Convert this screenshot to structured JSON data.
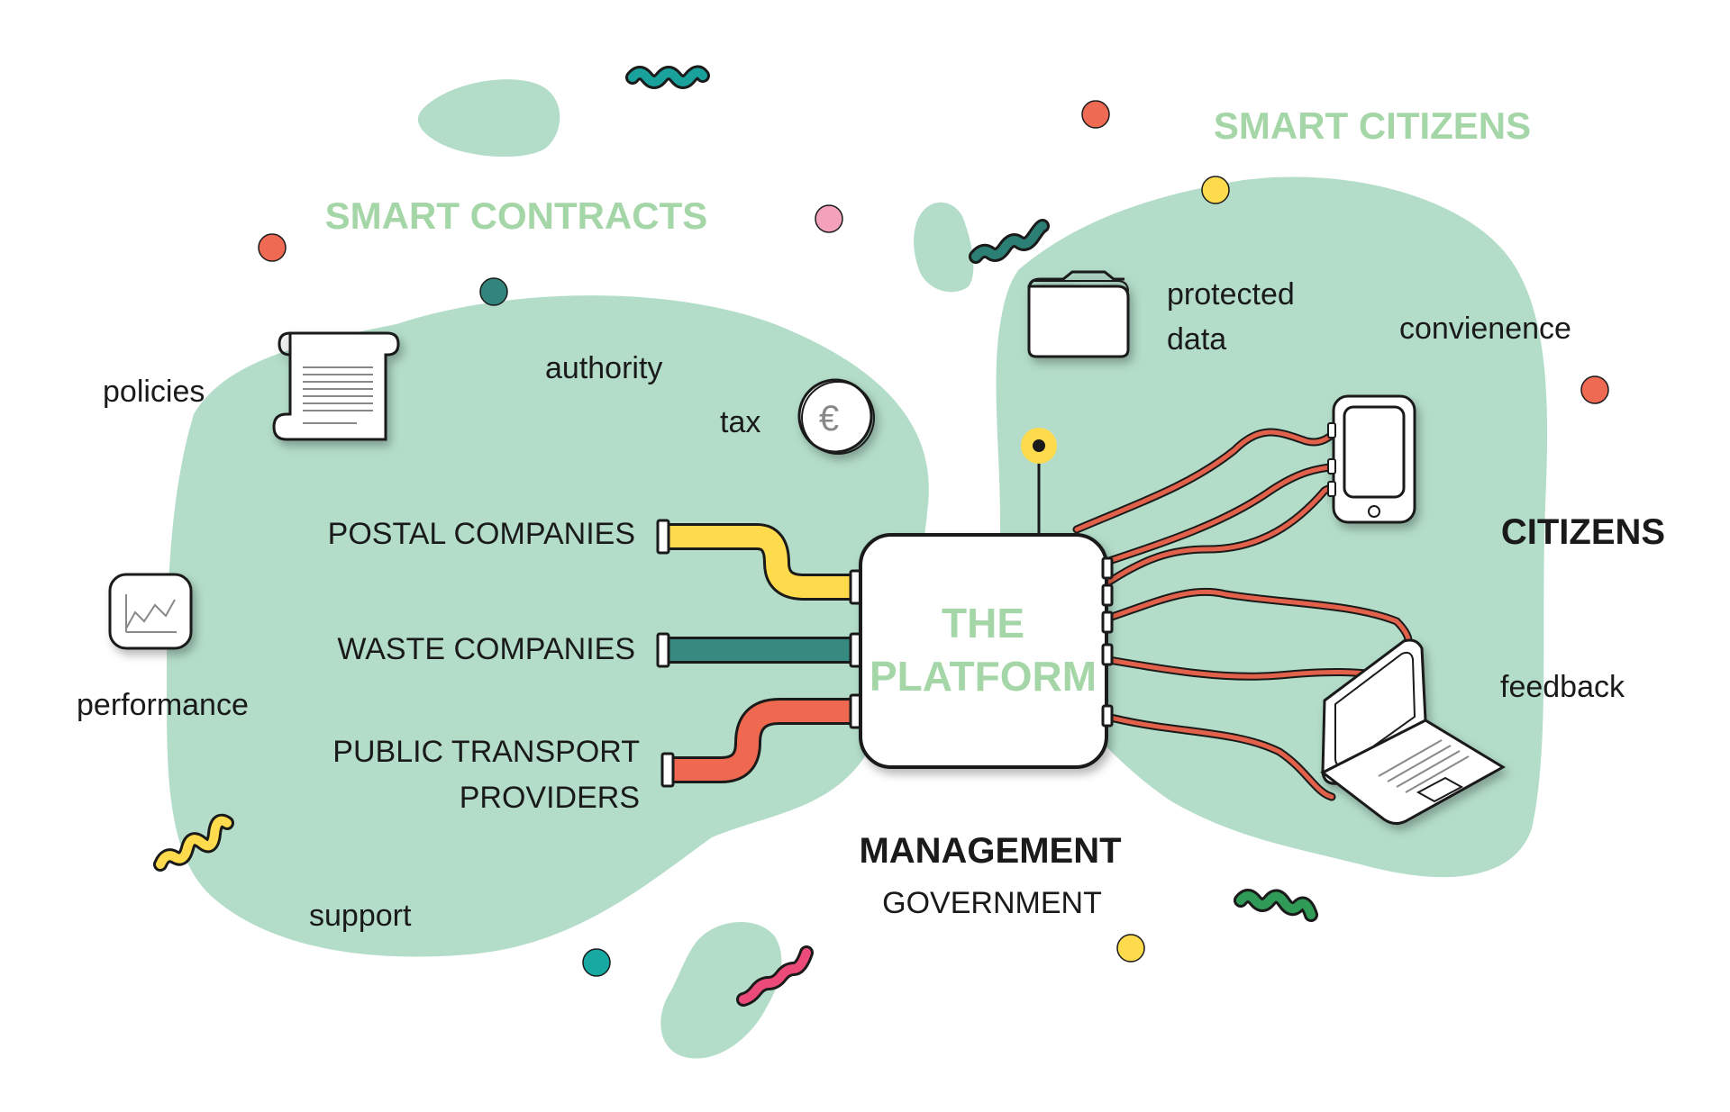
{
  "headings": {
    "smart_contracts": "SMART CONTRACTS",
    "smart_citizens": "SMART CITIZENS",
    "platform_line1": "THE",
    "platform_line2": "PLATFORM",
    "citizens": "CITIZENS",
    "management": "MANAGEMENT",
    "government": "GOVERNMENT"
  },
  "left_labels": {
    "policies": "policies",
    "authority": "authority",
    "tax": "tax",
    "performance": "performance",
    "support": "support"
  },
  "providers": {
    "postal": "POSTAL COMPANIES",
    "waste": "WASTE COMPANIES",
    "transport_line1": "PUBLIC TRANSPORT",
    "transport_line2": "PROVIDERS"
  },
  "right_labels": {
    "protected_line1": "protected",
    "protected_line2": "data",
    "convenience": "convienence",
    "feedback": "feedback"
  },
  "icons": {
    "currency_symbol": "€"
  },
  "colors": {
    "blob": "#b3ddc9",
    "heading_green": "#a5d6a7",
    "yellow": "#fddb4c",
    "teal": "#378a80",
    "orange": "#ef6950",
    "red_cable": "#e2614a",
    "dot_red": "#ee6a52",
    "dot_pink": "#f4a2b9",
    "dot_yellow": "#fddb4c",
    "dot_teal": "#19a9a3",
    "dot_darkteal": "#31857c"
  }
}
